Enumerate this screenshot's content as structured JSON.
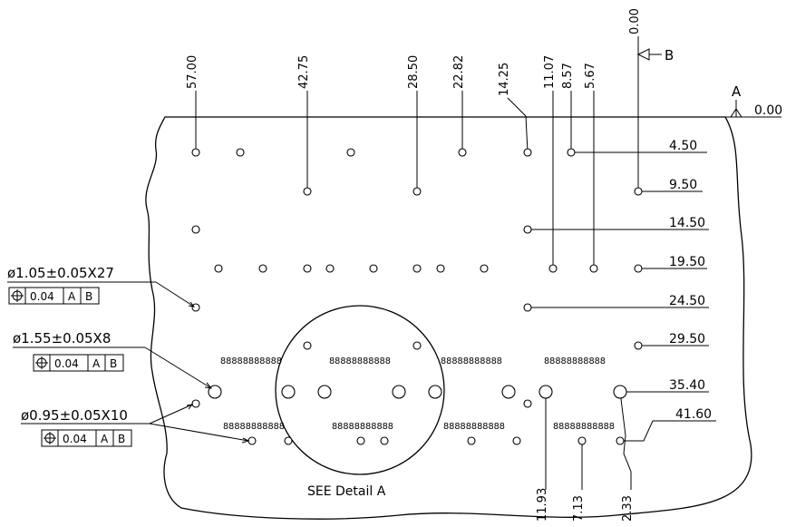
{
  "datums": {
    "a": "A",
    "b": "B"
  },
  "vertical_dims": [
    "57.00",
    "42.75",
    "28.50",
    "22.82",
    "14.25",
    "11.07",
    "8.57",
    "5.67",
    "0.00"
  ],
  "right_dims": [
    "0.00",
    "4.50",
    "9.50",
    "14.50",
    "19.50",
    "24.50",
    "29.50",
    "35.40",
    "41.60"
  ],
  "bottom_dims": [
    "11.93",
    "7.13",
    "2.33"
  ],
  "hole_callouts": [
    {
      "size": "ø1.05±0.05X27",
      "fcf": {
        "tolerance": "0.04",
        "datum1": "A",
        "datum2": "B"
      }
    },
    {
      "size": "ø1.55±0.05X8",
      "fcf": {
        "tolerance": "0.04",
        "datum1": "A",
        "datum2": "B"
      }
    },
    {
      "size": "ø0.95±0.05X10",
      "fcf": {
        "tolerance": "0.04",
        "datum1": "A",
        "datum2": "B"
      }
    }
  ],
  "pad_rows": {
    "top": [
      "88888888888",
      "88888888888",
      "88888888888",
      "88888888888"
    ],
    "bottom": [
      "88888888888",
      "88888888888",
      "88888888888",
      "88888888888"
    ]
  },
  "detail_label": "SEE Detail A",
  "icons": {
    "position_symbol": "true-position-icon",
    "datum_triangle": "datum-triangle-icon"
  }
}
